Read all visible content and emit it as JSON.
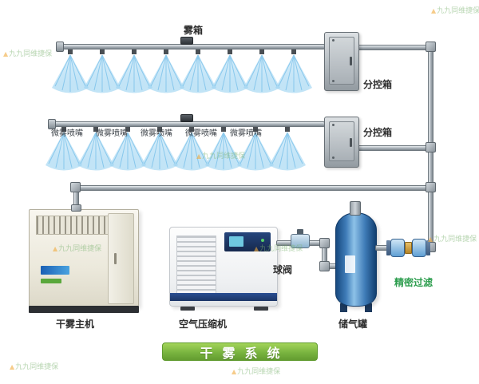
{
  "diagram": {
    "fog_box_label": "雾箱",
    "control_box_label": "分控箱",
    "nozzle_label": "微雾喷嘴",
    "equipment": {
      "dry_fog_host": "干雾主机",
      "air_compressor": "空气压缩机",
      "ball_valve": "球阀",
      "air_tank": "储气罐",
      "precision_filter": "精密过滤"
    },
    "title": "干雾系统"
  },
  "watermark": {
    "logo": "▲",
    "text": "九九同维捷保"
  },
  "colors": {
    "spray_blue": "#9fd4f1",
    "pipe_gray": "#9aa3aa",
    "banner_green": "#76b43e",
    "tank_blue": "#2d6cae",
    "filter_label_green": "#2e9e4f"
  }
}
